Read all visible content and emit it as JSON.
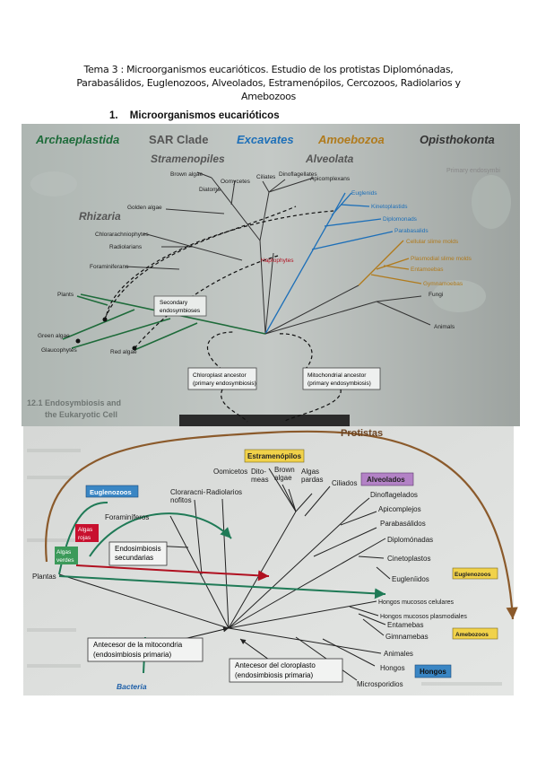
{
  "header": {
    "line1": "Tema 3 : Microorganismos eucarióticos. Estudio de los protistas Diplomónadas,",
    "line2": "Parabasálidos, Euglenozoos, Alveolados, Estramenópilos, Cercozoos, Radiolarios y",
    "line3": "Amebozoos"
  },
  "section": {
    "number": "1.",
    "title": "Microorganismos eucarióticos"
  },
  "figure1": {
    "supergroups": [
      "Archaeplastida",
      "SAR Clade",
      "Excavates",
      "Amoebozoa",
      "Opisthokonta"
    ],
    "subgroups": [
      "Stramenopiles",
      "Alveolata",
      "Rhizaria"
    ],
    "taxa": [
      "Brown algae",
      "Diatoms",
      "Oomycetes",
      "Ciliates",
      "Dinoflagellates",
      "Apicomplexans",
      "Golden algae",
      "Euglenids",
      "Kinetoplastids",
      "Diplomonads",
      "Parabasalids",
      "Chlorarachniophytes",
      "Cellular slime molds",
      "Radiolarians",
      "Plasmodial slime molds",
      "Foraminiferans",
      "Entamoebas",
      "Haptophytes",
      "Gymnamoebas",
      "Fungi",
      "Plants",
      "Animals",
      "Green algae",
      "Glaucophytes",
      "Red algae"
    ],
    "boxes": {
      "secondary": [
        "Secondary",
        "endosymbioses"
      ],
      "chloroplast": [
        "Chloroplast ancestor",
        "(primary endosymbiosis)"
      ],
      "mitochondrial": [
        "Mitochondrial ancestor",
        "(primary endosymbiosis)"
      ]
    },
    "background_text": [
      "12.1 Endosymbiosis and",
      "the Eukaryotic Cell",
      "Primary endosymbi"
    ],
    "colors": {
      "archaeplastida": "#1e6b3a",
      "sar": "#555555",
      "excavates": "#1d6fb8",
      "amoebozoa": "#b07a1c",
      "opisthokonta": "#333333"
    }
  },
  "figure2": {
    "title": "Protistas",
    "labels": {
      "estramenopilos": "Estramenópilos",
      "alveolados": "Alveolados",
      "euglenozoos": "Euglenozoos",
      "amebozoos": "Amebozoos",
      "hongos": "Hongos",
      "euglenozoos_right": "Euglenozoos",
      "algas_rojas": [
        "Algas",
        "rojas"
      ],
      "algas_verdes": [
        "Algas",
        "verdes"
      ]
    },
    "taxa": {
      "oomicetos": "Oomicetos",
      "diatomeas": [
        "Dito-",
        "meas"
      ],
      "brown": [
        "Brown",
        "algae"
      ],
      "algas_pardas": [
        "Algas",
        "pardas"
      ],
      "ciliados": "Ciliados",
      "cloraracniofitos": [
        "Cloraracni-",
        "nofitos"
      ],
      "radiolarios": "Radiolarios",
      "foraminiferos": "Foraminíferos",
      "dinoflagelados": "Dinoflagelados",
      "apicomplejos": "Apicomplejos",
      "parabasalidos": "Parabasálidos",
      "diplomonadas": "Diplomónadas",
      "cinetoplastos": "Cinetoplastos",
      "euglenidos": "Eugleníidos",
      "plantas": "Plantas",
      "hongos_celulares": "Hongos mucosos celulares",
      "hongos_plasmodiales": "Hongos mucosos plasmodiales",
      "entamebas": "Entamebas",
      "gimnamebas": "Gimnamebas",
      "animales": "Animales",
      "hongos_taxon": "Hongos",
      "microsporidios": "Microsporidios"
    },
    "boxes": {
      "endosimbiosis": [
        "Endosimbiosis",
        "secundarias"
      ],
      "mitocondria": [
        "Antecesor de la mitocondria",
        "(endosimbiosis primaria)"
      ],
      "cloroplasto": [
        "Antecesor del cloroplasto",
        "(endosimbiosis primaria)"
      ]
    },
    "bacteria": "Bacteria",
    "colors": {
      "arc": "#8b5a2b",
      "green": "#1f7a56",
      "red": "#b01020",
      "tag_yellow": "#f1d24a",
      "tag_purple": "#b382c6",
      "tag_blue": "#3a86c4",
      "tag_red": "#c8102e",
      "tag_green": "#3c9a5a"
    }
  }
}
